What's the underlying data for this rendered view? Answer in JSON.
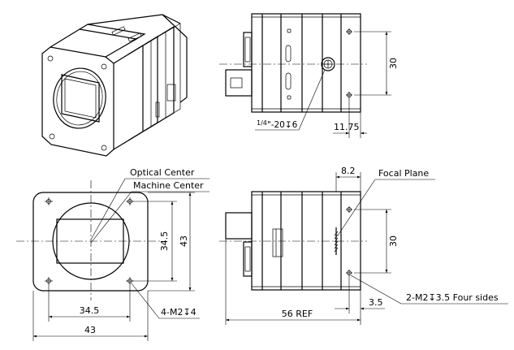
{
  "callouts": {
    "optical_center": "Optical Center",
    "machine_center": "Machine Center",
    "focal_plane": "Focal Plane",
    "tripod_thread": "1/4\"-20↧6",
    "tripod_thread_prefix": "1/4",
    "tripod_thread_suffix": "\"-20↧6",
    "holes_front": "4-M2↧4",
    "holes_side": "2-M2↧3.5 Four sides"
  },
  "dimensions": {
    "top_right_height": "30",
    "top_right_offset": "11.75",
    "front_hole_vertical": "34.5",
    "front_body_height": "43",
    "front_hole_horizontal": "34.5",
    "front_body_width": "43",
    "side_focal_plane": "8.2",
    "side_hole_vertical": "30",
    "side_hole_offset": "3.5",
    "side_length": "56 REF"
  }
}
